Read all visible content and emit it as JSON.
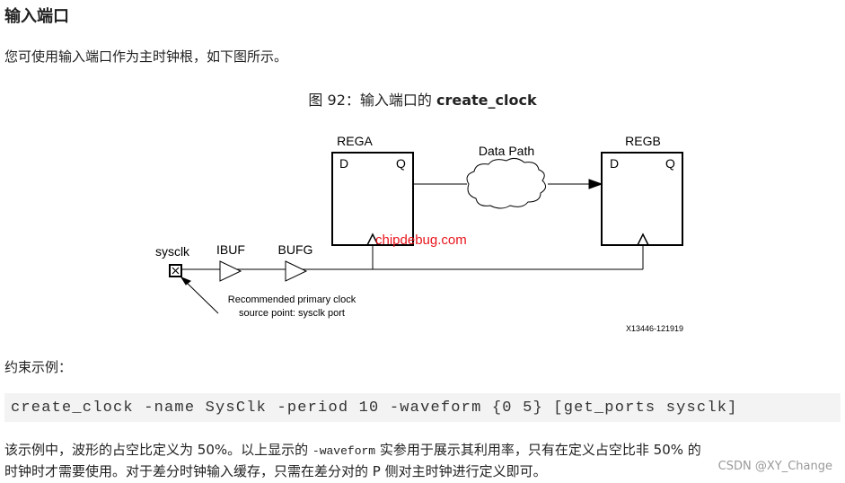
{
  "heading": "输入端口",
  "intro": "您可使用输入端口作为主时钟根，如下图所示。",
  "figure": {
    "caption_prefix": "图 92：输入端口的 ",
    "caption_bold": "create_clock",
    "rega": "REGA",
    "regb": "REGB",
    "d": "D",
    "q": "Q",
    "data_path": "Data Path",
    "sysclk": "sysclk",
    "ibuf": "IBUF",
    "bufg": "BUFG",
    "note_line1": "Recommended primary clock",
    "note_line2": "source point: sysclk port",
    "fig_id": "X13446-121919",
    "watermark": "chipdebug.com"
  },
  "example_label": "约束示例：",
  "code": "create_clock -name SysClk -period 10 -waveform {0 5} [get_ports sysclk]",
  "para": {
    "part1": "该示例中，波形的占空比定义为 50%。以上显示的 ",
    "code": "-waveform",
    "part2": " 实参用于展示其利用率，只有在定义占空比非 50% 的",
    "line2": "时钟时才需要使用。对于差分时钟输入缓存，只需在差分对的 P 侧对主时钟进行定义即可。"
  },
  "csdn_watermark": "CSDN @XY_Change"
}
